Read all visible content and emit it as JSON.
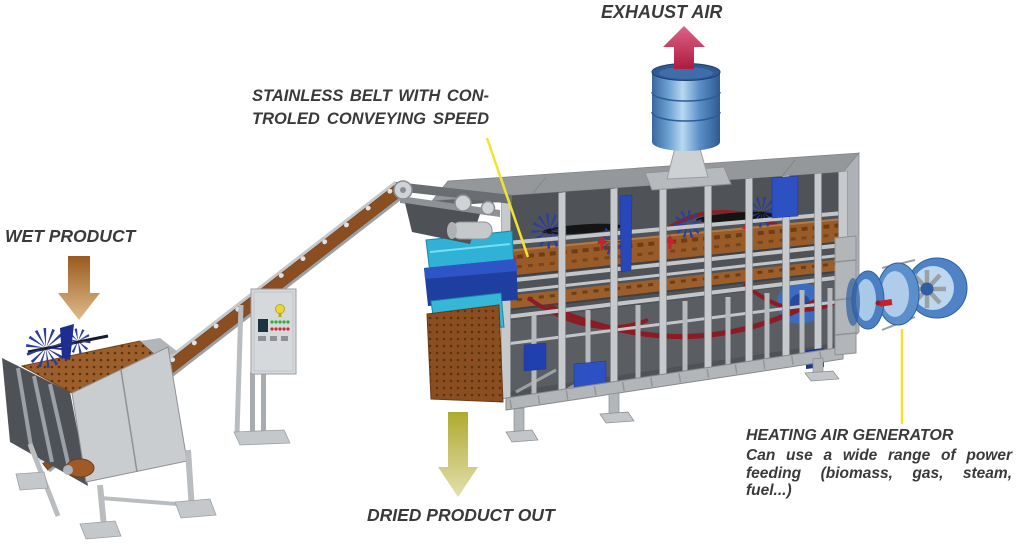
{
  "diagram": {
    "title_context": "belt dryer process diagram",
    "labels": {
      "exhaust_air": "EXHAUST AIR",
      "stainless_belt_line1": "STAINLESS BELT WITH CON-",
      "stainless_belt_line2": "TROLED CONVEYING SPEED",
      "wet_product": "WET PRODUCT",
      "dried_product_out": "DRIED PRODUCT OUT",
      "heating_generator_title": "HEATING AIR GENERATOR",
      "heating_generator_desc_line1": "Can use a wide range of power",
      "heating_generator_desc_line2": "feeding (biomass, gas, steam,",
      "heating_generator_desc_line3": "fuel...)"
    },
    "colors": {
      "text": "#3a3a3a",
      "exhaust_arrow_top": "#dd6388",
      "exhaust_arrow_bottom": "#ad1b40",
      "wet_arrow_top": "#9a5a1e",
      "wet_arrow_bottom": "#dfbc8a",
      "dried_arrow_top": "#aeaa2e",
      "dried_arrow_bottom": "#e3dfae",
      "callout_line_yellow": "#f2e42e",
      "machine_frame_grey": "#c6cacd",
      "dryer_interior_grey": "#4f5357",
      "belt_brown": "#9c5f2b",
      "panel_blue": "#2d50c2",
      "chute_cyan": "#2fb2d6",
      "stack_blue": "#4a7fc0",
      "heating_pipe_red": "#8c1c24"
    },
    "icons": {
      "exhaust_arrow": "up-arrow",
      "wet_product_arrow": "down-arrow",
      "dried_product_arrow": "down-arrow"
    }
  }
}
